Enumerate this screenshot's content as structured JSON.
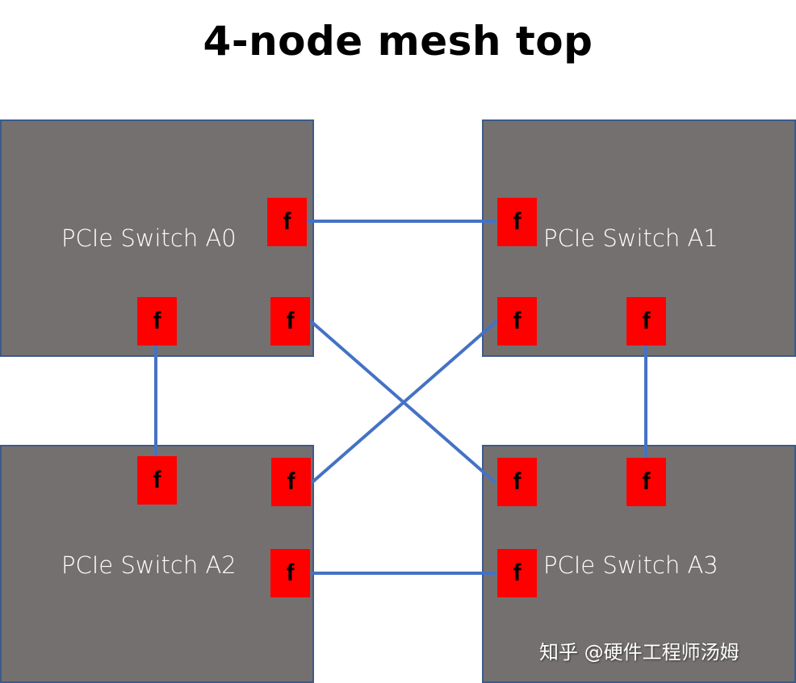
{
  "title": "4-node mesh top",
  "colors": {
    "node_fill": "#757070",
    "node_border": "#3d5a8a",
    "port_fill": "#ff0000",
    "link": "#4472c4",
    "label": "#ffffff"
  },
  "nodes": [
    {
      "id": "A0",
      "label": "PCIe Switch A0"
    },
    {
      "id": "A1",
      "label": "PCIe Switch A1"
    },
    {
      "id": "A2",
      "label": "PCIe Switch A2"
    },
    {
      "id": "A3",
      "label": "PCIe Switch A3"
    }
  ],
  "port_label": "f",
  "links": [
    {
      "from": "A0",
      "to": "A1"
    },
    {
      "from": "A0",
      "to": "A2"
    },
    {
      "from": "A0",
      "to": "A3"
    },
    {
      "from": "A1",
      "to": "A2"
    },
    {
      "from": "A1",
      "to": "A3"
    },
    {
      "from": "A2",
      "to": "A3"
    }
  ],
  "watermark": "知乎 @硬件工程师汤姆"
}
